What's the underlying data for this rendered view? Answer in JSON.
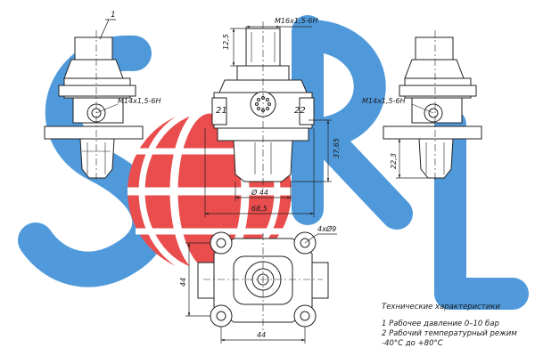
{
  "watermark": {
    "text": "SORL",
    "colors": {
      "blue": "#3d8fd8",
      "red": "#e83a3a"
    }
  },
  "drawing": {
    "left_view": {
      "callout": "1",
      "thread_label": "M14x1,5-6H"
    },
    "center_view": {
      "top_thread": "M16x1,5-6H",
      "height_top": "12,5",
      "port_left": "21",
      "port_right": "22",
      "height_right": "37,65",
      "diameter_label": "Ø 44",
      "width_label": "68,5"
    },
    "right_view": {
      "thread_label": "M14x1,5-6H",
      "height_label": "22,3"
    },
    "bottom_view": {
      "holes_label": "4xØ9",
      "vertical_dim": "44",
      "horizontal_dim": "44"
    }
  },
  "specs": {
    "title": "Технические характеристики",
    "line1": "1 Рабочее давление  0–10 бар",
    "line2": "2 Рабочий температурный режим",
    "line3": "-40°С до +80°С"
  }
}
